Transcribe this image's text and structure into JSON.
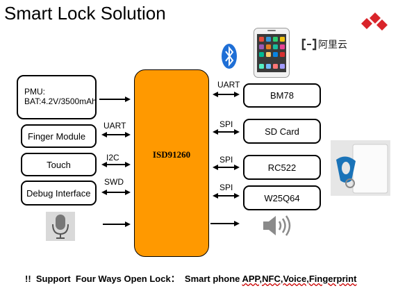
{
  "title": "Smart Lock Solution",
  "mcu": "ISD91260",
  "left_boxes": {
    "pmu_line1": "PMU:",
    "pmu_line2": "BAT:4.2V/3500mAh",
    "finger": "Finger Module",
    "touch": "Touch",
    "debug": "Debug Interface"
  },
  "left_labels": {
    "uart": "UART",
    "i2c": "I2C",
    "swd": "SWD"
  },
  "right_boxes": {
    "bm78": "BM78",
    "sd": "SD Card",
    "rc522": "RC522",
    "w25q64": "W25Q64"
  },
  "right_labels": {
    "uart": "UART",
    "spi1": "SPI",
    "spi2": "SPI",
    "spi3": "SPI"
  },
  "aliyun_text": "阿里云",
  "footer": {
    "prefix": "!!  Support  Four Ways Open Lock：  Smart phone ",
    "underlined": "APP,NFC,Voice,Fingerprint"
  },
  "colors": {
    "mcu": "#ff9900",
    "bluetooth": "#1f6fd6",
    "logo_red": "#d9242a"
  },
  "icons": [
    "bluetooth-icon",
    "smartphone-icon",
    "aliyun-logo",
    "company-logo",
    "nfc-card-icon",
    "microphone-icon",
    "speaker-icon"
  ]
}
